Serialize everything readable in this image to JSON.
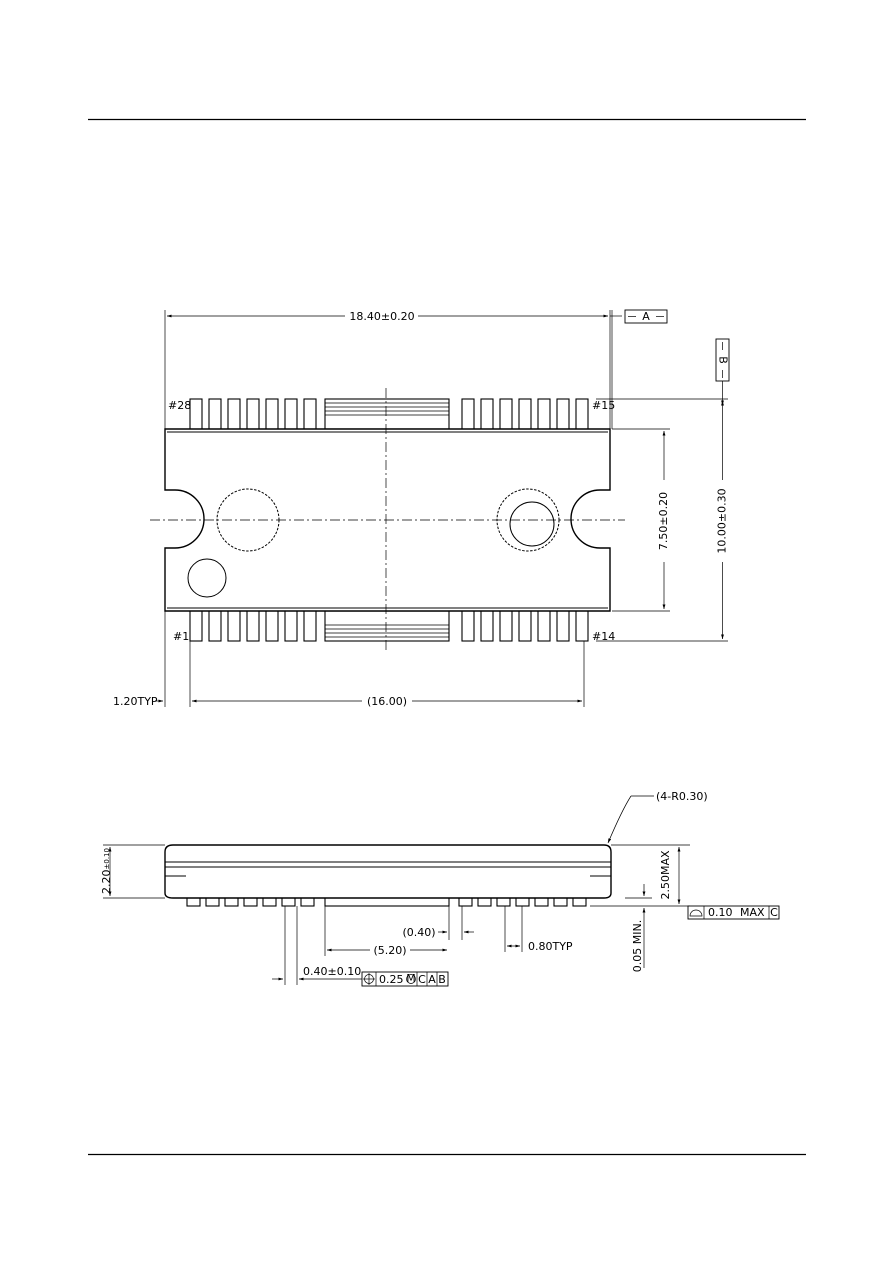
{
  "top_view": {
    "overall_length": "18.40±0.20",
    "datum_a": "A",
    "datum_b": "B",
    "body_width": "7.50±0.20",
    "overall_width": "10.00±0.30",
    "pin_28": "#28",
    "pin_15": "#15",
    "pin_1": "#1",
    "pin_14": "#14",
    "end_offset": "1.20TYP",
    "pin_span": "(16.00)"
  },
  "side_view": {
    "corner_radius": "(4-R0.30)",
    "body_height_main": "2.20",
    "body_height_tol": "±0.10",
    "max_height": "2.50MAX",
    "standoff": "0.05 MIN.",
    "coplanarity": "0.10",
    "coplanarity_max": "MAX",
    "coplanarity_datum": "C",
    "gap": "(0.40)",
    "gap_span": "(5.20)",
    "pitch": "0.80TYP",
    "lead_width": "0.40±0.10",
    "position_tol": "0.25",
    "position_mod": "M",
    "position_ref_c": "C",
    "position_ref_a": "A",
    "position_ref_b": "B"
  }
}
